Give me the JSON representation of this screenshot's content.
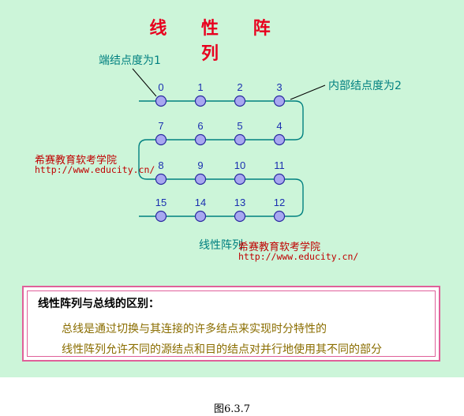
{
  "title": "线 性 阵 列",
  "annotations": {
    "end_node": "端结点度为1",
    "inner_node": "内部结点度为2",
    "linear_array": "线性阵列"
  },
  "watermarks": [
    {
      "name": "希赛教育软考学院",
      "url": "http://www.educity.cn/"
    },
    {
      "name": "希赛教育软考学院",
      "url": "http://www.educity.cn/"
    }
  ],
  "node_rows": [
    [
      "0",
      "1",
      "2",
      "3"
    ],
    [
      "7",
      "6",
      "5",
      "4"
    ],
    [
      "8",
      "9",
      "10",
      "11"
    ],
    [
      "15",
      "14",
      "13",
      "12"
    ]
  ],
  "box": {
    "heading": "线性阵列与总线的区别：",
    "line1": "总线是通过切换与其连接的许多结点来实现时分特性的",
    "line2": "线性阵列允许不同的源结点和目的结点对并行地使用其不同的部分"
  },
  "caption": "图6.3.7",
  "colors": {
    "panel_bg": "#ccf5d9",
    "title": "#e8001e",
    "annotation": "#008080",
    "node_fill": "#a8a8f0",
    "node_stroke": "#2a2aa0",
    "wire": "#008080",
    "box_border": "#e0609a"
  }
}
